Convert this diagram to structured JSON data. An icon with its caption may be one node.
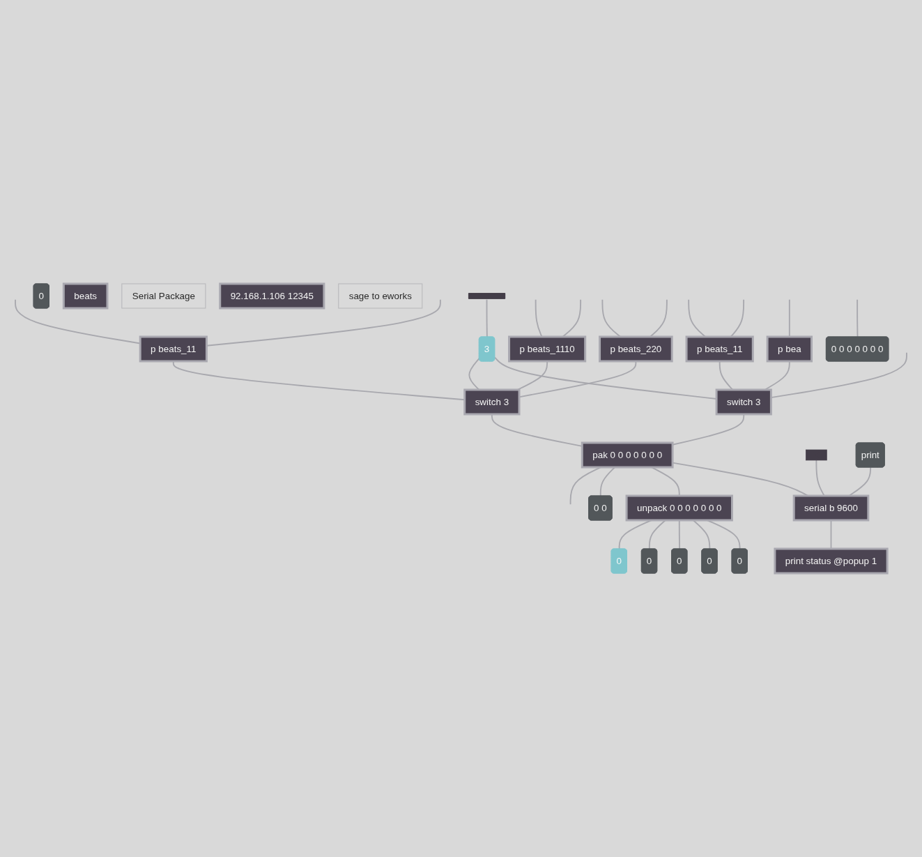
{
  "diagram": {
    "nodes": [
      {
        "text": [],
        "shape": "bar"
      },
      {
        "text": [
          "3"
        ]
      },
      {
        "text": [
          "p beats_11"
        ]
      },
      {
        "text": [
          "p beats_1110"
        ]
      },
      {
        "text": [
          "p beats_220"
        ]
      },
      {
        "text": [
          "p beats_11"
        ]
      },
      {
        "text": [
          "p bea"
        ]
      },
      {
        "text": [
          "switch 3"
        ]
      },
      {
        "text": [
          "switch 3"
        ]
      },
      {
        "text": [
          "pak 0 0 0 0 0 0 0"
        ]
      },
      {
        "text": [
          "unpack 0 0 0 0 0 0 0"
        ]
      },
      {
        "text": [
          "0 0"
        ]
      },
      {
        "text": [
          "0"
        ]
      },
      {
        "text": [
          "0"
        ]
      },
      {
        "text": [
          "0"
        ]
      },
      {
        "text": [
          "0"
        ]
      },
      {
        "text": [
          "0"
        ]
      },
      {
        "text": [
          "0"
        ]
      },
      {
        "text": [
          "beats"
        ]
      },
      {
        "text": [],
        "shape": "box"
      },
      {
        "text": [
          "print"
        ]
      },
      {
        "text": [
          "0 0 0 0 0 0 0"
        ]
      },
      {
        "text": [
          "serial b 9600"
        ]
      },
      {
        "text": [
          "Serial Package"
        ]
      },
      {
        "text": [
          "print status @popup 1"
        ]
      },
      {
        "text": [
          "92.168.1.106 12345"
        ]
      },
      {
        "text": [
          "sage to eworks"
        ]
      }
    ],
    "edges": [
      {
        "from": 0,
        "to": 1,
        "arrow": "none"
      },
      {
        "from": 1,
        "to": 7,
        "arrow": "none"
      },
      {
        "from": 1,
        "to": 8,
        "arrow": "none"
      },
      {
        "from": null,
        "to": 2,
        "arrow": "none"
      },
      {
        "from": null,
        "to": 2,
        "arrow": "none"
      },
      {
        "from": null,
        "to": 3,
        "arrow": "none"
      },
      {
        "from": null,
        "to": 3,
        "arrow": "none"
      },
      {
        "from": null,
        "to": 4,
        "arrow": "none"
      },
      {
        "from": null,
        "to": 4,
        "arrow": "none"
      },
      {
        "from": null,
        "to": 5,
        "arrow": "none"
      },
      {
        "from": null,
        "to": 5,
        "arrow": "none"
      },
      {
        "from": null,
        "to": 6,
        "arrow": "none"
      },
      {
        "from": 2,
        "to": 7,
        "arrow": "none"
      },
      {
        "from": 3,
        "to": 7,
        "arrow": "none"
      },
      {
        "from": 4,
        "to": 7,
        "arrow": "none"
      },
      {
        "from": 5,
        "to": 8,
        "arrow": "none"
      },
      {
        "from": 6,
        "to": 8,
        "arrow": "none"
      },
      {
        "from": null,
        "to": 8,
        "arrow": "none"
      },
      {
        "from": 7,
        "to": 9,
        "arrow": "none"
      },
      {
        "from": 8,
        "to": 9,
        "arrow": "none"
      },
      {
        "from": 9,
        "to": null,
        "arrow": "none"
      },
      {
        "from": 9,
        "to": 11,
        "arrow": "none"
      },
      {
        "from": 9,
        "to": 10,
        "arrow": "none"
      },
      {
        "from": 9,
        "to": 22,
        "arrow": "none"
      },
      {
        "from": 10,
        "to": 12,
        "arrow": "none"
      },
      {
        "from": 10,
        "to": 13,
        "arrow": "none"
      },
      {
        "from": 10,
        "to": 14,
        "arrow": "none"
      },
      {
        "from": 10,
        "to": 15,
        "arrow": "none"
      },
      {
        "from": 10,
        "to": 16,
        "arrow": "none"
      },
      {
        "from": null,
        "to": 21,
        "arrow": "none"
      },
      {
        "from": 19,
        "to": 22,
        "arrow": "none"
      },
      {
        "from": 20,
        "to": 22,
        "arrow": "none"
      },
      {
        "from": 22,
        "to": 24,
        "arrow": "none"
      }
    ]
  }
}
